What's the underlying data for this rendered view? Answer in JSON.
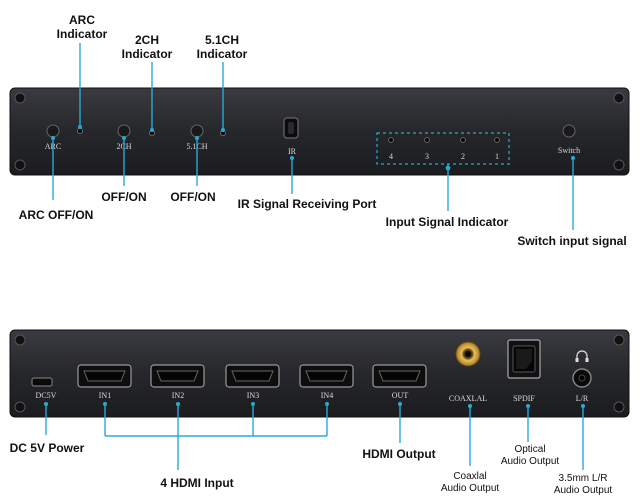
{
  "front_panel": {
    "labels": {
      "arc": "ARC",
      "ch2": "2CH",
      "ch51": "5.1CH",
      "ir": "IR",
      "in4": "4",
      "in3": "3",
      "in2": "2",
      "in1": "1",
      "switch": "Switch"
    },
    "callouts": {
      "arc_indicator_1": "ARC",
      "arc_indicator_2": "Indicator",
      "ch2_indicator_1": "2CH",
      "ch2_indicator_2": "Indicator",
      "ch51_indicator_1": "5.1CH",
      "ch51_indicator_2": "Indicator",
      "off_on_2ch": "OFF/ON",
      "off_on_51ch": "OFF/ON",
      "arc_off_on": "ARC OFF/ON",
      "ir_port": "IR Signal Receiving Port",
      "input_signal": "Input Signal Indicator",
      "switch_input": "Switch input signal"
    }
  },
  "back_panel": {
    "labels": {
      "dc5v": "DC5V",
      "in1": "IN1",
      "in2": "IN2",
      "in3": "IN3",
      "in4": "IN4",
      "out": "OUT",
      "coaxial": "COAXLAL",
      "spdif": "SPDIF",
      "lr": "L/R"
    },
    "callouts": {
      "dc_power": "DC 5V Power",
      "hdmi_input": "4 HDMI Input",
      "hdmi_output": "HDMI Output",
      "coaxial_1": "Coaxlal",
      "coaxial_2": "Audio Output",
      "optical_1": "Optical",
      "optical_2": "Audio Output",
      "analog_1": "3.5mm L/R",
      "analog_2": "Audio Output"
    }
  },
  "colors": {
    "panel": "#26272b",
    "leader": "#2aa8d8",
    "text": "#111111"
  }
}
